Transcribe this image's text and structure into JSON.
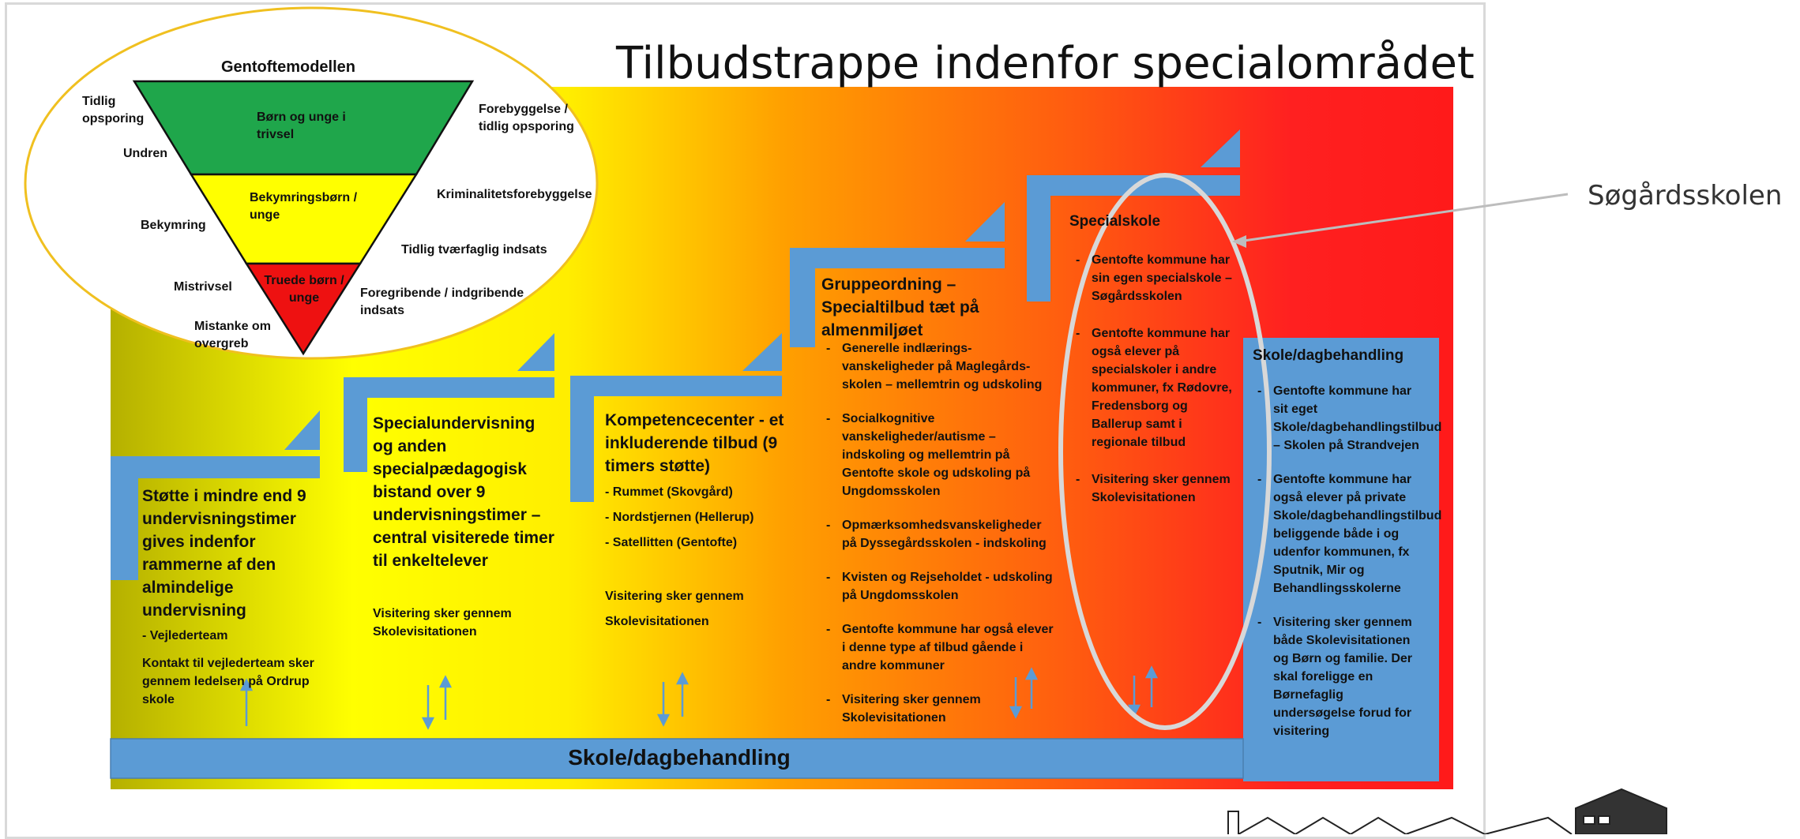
{
  "slide": {
    "title": "Tilbudstrappe indenfor specialområdet",
    "callout_label": "Søgårdsskolen",
    "bottom_bar_label": "Skole/dagbehandling"
  },
  "funnel": {
    "title": "Gentoftemodellen",
    "levels": [
      {
        "label": "Børn og unge i trivsel",
        "color": "#1fa64b"
      },
      {
        "label": "Bekymringsbørn / unge",
        "color": "#ffff00"
      },
      {
        "label": "Truede børn / unge",
        "color": "#ee1111"
      }
    ],
    "left_labels": [
      "Tidlig opsporing",
      "Undren",
      "Bekymring",
      "Mistrivsel",
      "Mistanke om overgreb"
    ],
    "right_labels": [
      "Forebyggelse / tidlig opsporing",
      "Kriminalitetsforebyggelse",
      "Tidlig tværfaglig indsats",
      "Foregribende / indgribende indsats"
    ]
  },
  "steps": [
    {
      "heading": "Støtte i mindre end 9 undervisningstimer gives indenfor rammerne af den almindelige undervisning",
      "items": [
        "- Vejlederteam",
        "Kontakt til vejlederteam sker gennem ledelsen på Ordrup skole"
      ]
    },
    {
      "heading": "Specialundervisning og anden specialpædagogisk bistand over 9 undervisningstimer – central visiterede timer til enkeltelever",
      "items": [
        "Visitering sker gennem Skolevisitationen"
      ]
    },
    {
      "heading": "Kompetencecenter - et inkluderende tilbud (9 timers støtte)",
      "items": [
        "- Rummet (Skovgård)",
        "- Nordstjernen (Hellerup)",
        "- Satellitten (Gentofte)"
      ],
      "footer": "Visitering sker gennem Skolevisitationen"
    },
    {
      "heading": "Gruppeordning – Specialtilbud tæt på almenmiljøet",
      "items": [
        "Generelle indlærings-vanskeligheder på Maglegårds-skolen – mellemtrin og udskoling",
        "Socialkognitive vanskeligheder/autisme – indskoling og mellemtrin på Gentofte skole og udskoling på Ungdomsskolen",
        "Opmærksomhedsvanskeligheder på Dyssegårdsskolen - indskoling",
        "Kvisten og Rejseholdet - udskoling på Ungdomsskolen",
        "Gentofte kommune har også elever i denne type af tilbud gående i andre kommuner",
        "Visitering sker gennem Skolevisitationen"
      ]
    },
    {
      "heading": "Specialskole",
      "items": [
        "Gentofte kommune har sin egen specialskole – Søgårdsskolen",
        "Gentofte kommune har også elever på specialskoler i andre kommuner, fx Rødovre, Fredensborg og Ballerup samt i regionale tilbud",
        "Visitering sker gennem Skolevisitationen"
      ]
    },
    {
      "heading": "Skole/dagbehandling",
      "items": [
        "Gentofte kommune har sit eget Skole/dagbehandlingstilbud – Skolen på Strandvejen",
        "Gentofte kommune har også elever på private Skole/dagbehandlingstilbud beliggende både i og udenfor kommunen, fx Sputnik, Mir og Behandlingsskolerne",
        "Visitering sker gennem både Skolevisitationen og Børn og familie. Der skal foreligge en Børnefaglig undersøgelse forud for visitering"
      ]
    }
  ],
  "colors": {
    "stair_blue": "#5b9bd5",
    "gradient_start": "#b5b000",
    "gradient_mid": "#ffff00",
    "gradient_orange": "#ff9900",
    "gradient_end": "#ff1a1a",
    "ellipse_outline": "#f0c020"
  }
}
